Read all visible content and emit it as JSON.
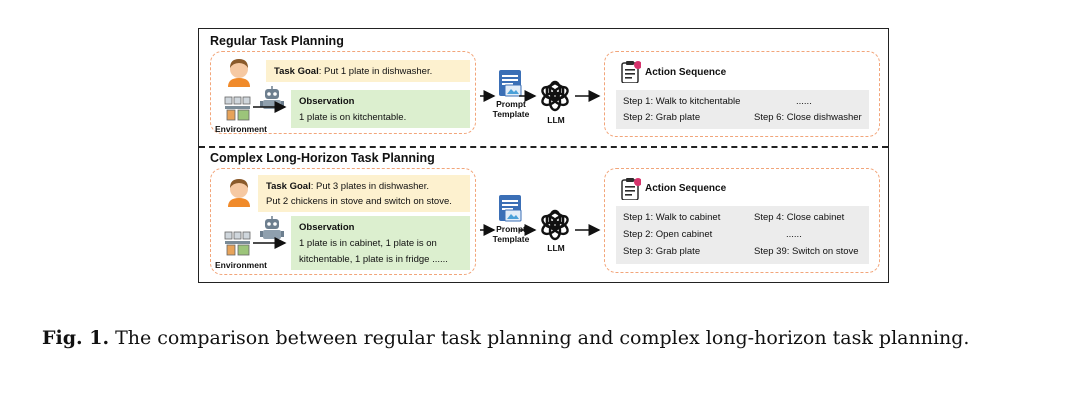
{
  "sections": [
    {
      "title": "Regular Task Planning",
      "goal_label": "Task Goal",
      "goal_text_line1": ": Put 1 plate in dishwasher.",
      "goal_text_line2": "",
      "observation_label": "Observation",
      "observation_lines": [
        "1 plate is on kitchentable."
      ],
      "environment_label": "Environment",
      "prompt_label_line1": "Prompt",
      "prompt_label_line2": "Template",
      "llm_label": "LLM",
      "action_title": "Action Sequence",
      "steps_left": [
        "Step 1: Walk to kitchentable",
        "Step 2: Grab plate"
      ],
      "steps_right": [
        "......",
        "Step 6: Close dishwasher"
      ]
    },
    {
      "title": "Complex Long-Horizon Task Planning",
      "goal_label": "Task Goal",
      "goal_text_line1": ": Put 3 plates in dishwasher.",
      "goal_text_line2": "Put 2 chickens in stove and switch on stove.",
      "observation_label": "Observation",
      "observation_lines": [
        "1 plate is in cabinet, 1 plate is on",
        "kitchentable, 1 plate is in fridge ......"
      ],
      "environment_label": "Environment",
      "prompt_label_line1": "Prompt",
      "prompt_label_line2": "Template",
      "llm_label": "LLM",
      "action_title": "Action Sequence",
      "steps_left": [
        "Step 1: Walk to cabinet",
        "Step 2: Open cabinet",
        "Step 3: Grab plate"
      ],
      "steps_right": [
        "Step 4: Close cabinet",
        "......",
        "Step 39: Switch on stove"
      ]
    }
  ],
  "caption": {
    "label": "Fig. 1.",
    "text": " The comparison between regular task planning and complex long-horizon task planning."
  },
  "colors": {
    "dashed_border": "#f2a57a",
    "goal_bg": "#fdf1cf",
    "observation_bg": "#dcefcf",
    "sequence_bg": "#ececec"
  },
  "icons": [
    "person-icon",
    "robot-icon",
    "environment-icon",
    "prompt-template-icon",
    "llm-logo-icon",
    "clipboard-icon"
  ]
}
